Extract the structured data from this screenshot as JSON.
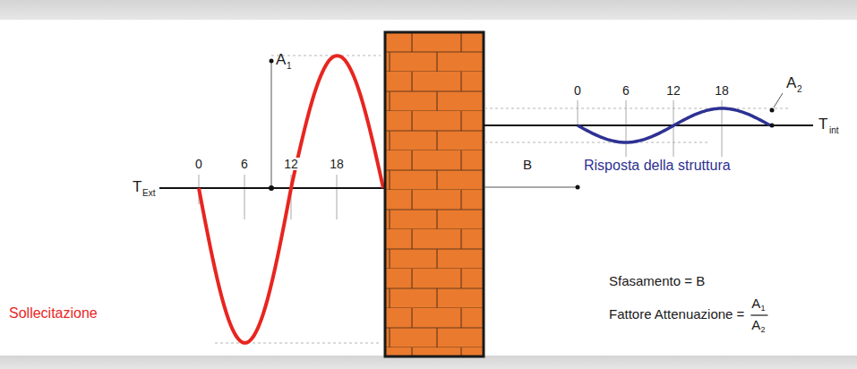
{
  "diagram": {
    "labels": [
      "A",
      "1",
      "0",
      "6",
      "12",
      "18",
      "T",
      "Ext",
      "0",
      "6",
      "12",
      "18",
      "A",
      "2",
      "T",
      "int",
      "B",
      "Risposta della struttura",
      "Sfasamento = B",
      "Fattore Attenuazione =",
      "A",
      "1",
      "A",
      "2",
      "Sollecitazione"
    ]
  }
}
